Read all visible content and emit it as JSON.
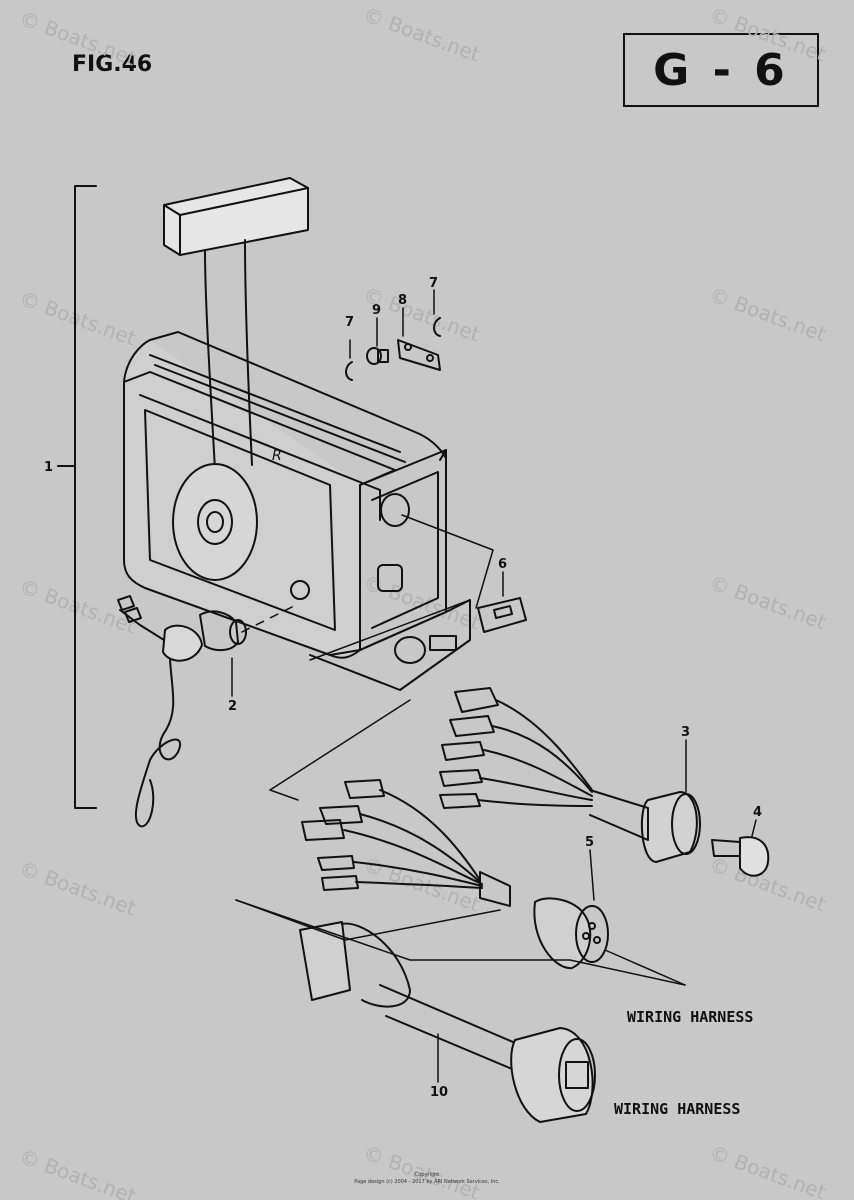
{
  "figure": {
    "label": "FIG.46",
    "page_code": "G - 6"
  },
  "part_numbers": {
    "p1": "1",
    "p2": "2",
    "p3": "3",
    "p4": "4",
    "p5": "5",
    "p6": "6",
    "p7a": "7",
    "p7b": "7",
    "p8": "8",
    "p9": "9",
    "p10": "10"
  },
  "shift_lever_mark": "R",
  "labels": {
    "harness_upper": "WIRING HARNESS",
    "harness_lower": "WIRING HARNESS"
  },
  "watermark": "© Boats.net",
  "copyright": {
    "line1": "Copyright",
    "line2": "Page design (c) 2004 - 2017 by ARI Network Services, Inc."
  },
  "colors": {
    "background": "#c8c8c8",
    "ink": "#111111",
    "watermark": "#b2b2b2"
  }
}
